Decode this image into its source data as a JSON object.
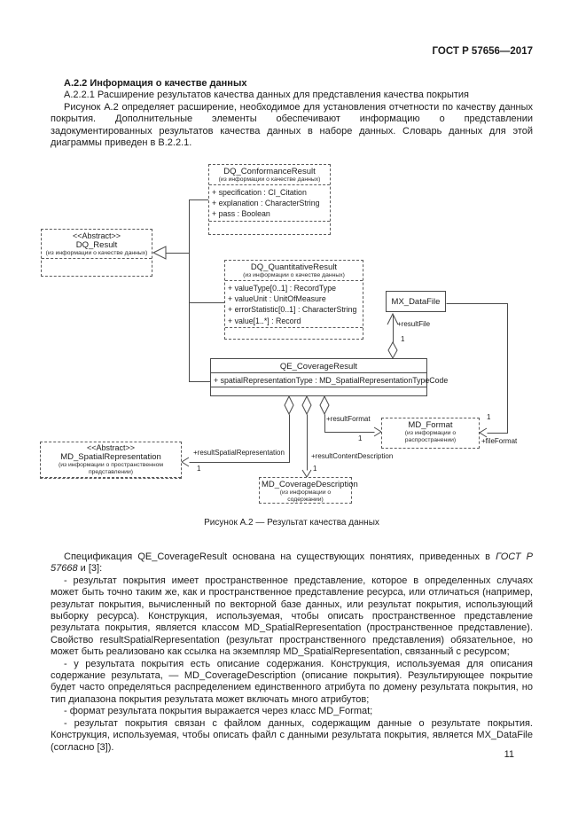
{
  "header": {
    "doc_code": "ГОСТ Р 57656—2017"
  },
  "footer": {
    "page_number": "11"
  },
  "intro": {
    "heading": "А.2.2 Информация о качестве данных",
    "subheading": "А.2.2.1 Расширение результатов качества данных для представления качества покрытия",
    "para": "Рисунок А.2 определяет расширение, необходимое для установления отчетности по качеству данных покрытия. Дополнительные элементы обеспечивают информацию о представлении задокументированных результатов качества данных в наборе данных. Словарь данных для этой диаграммы приведен в В.2.2.1."
  },
  "diagram": {
    "caption": "Рисунок А.2 — Результат качества данных",
    "classes": {
      "dq_conformance": {
        "title": "DQ_ConformanceResult",
        "origin": "(из информации о качестве данных)",
        "attrs": [
          "+ specification : CI_Citation",
          "+ explanation : CharacterString",
          "+ pass : Boolean"
        ]
      },
      "dq_result": {
        "stereotype": "<<Abstract>>",
        "title": "DQ_Result",
        "origin": "(из информации о качестве данных)"
      },
      "dq_quantitative": {
        "title": "DQ_QuantitativeResult",
        "origin": "(из информации о качестве данных)",
        "attrs": [
          "+ valueType[0..1] : RecordType",
          "+ valueUnit : UnitOfMeasure",
          "+ errorStatistic[0..1] : CharacterString",
          "+ value[1..*] : Record"
        ]
      },
      "mx_datafile": {
        "title": "MX_DataFile"
      },
      "qe_coverage": {
        "title": "QE_CoverageResult",
        "attrs": [
          "+ spatialRepresentationType : MD_SpatialRepresentationTypeCode"
        ]
      },
      "md_format": {
        "title": "MD_Format",
        "origin_line1": "(из информации о",
        "origin_line2": "распространении)"
      },
      "md_spatialrep": {
        "stereotype": "<<Abstract>>",
        "title": "MD_SpatialRepresentation",
        "origin_line1": "(из информации о пространственном",
        "origin_line2": "представлении)"
      },
      "md_coveragedesc": {
        "title": "MD_CoverageDescription",
        "origin": "(из информации о содержании)"
      }
    },
    "labels": {
      "result_file": "+resultFile",
      "result_file_mult": "1",
      "file_format": "+fileFormat",
      "file_format_mult": "1",
      "result_format": "+resultFormat",
      "result_format_mult": "1",
      "result_content": "+resultContentDescription",
      "result_content_mult": "1",
      "result_spatial": "+resultSpatialRepresentation",
      "result_spatial_mult": "1"
    }
  },
  "body": {
    "p1_pre": "Спецификация QE_CoverageResult основана на существующих понятиях, приведенных в ",
    "p1_italic": "ГОСТ Р 57668",
    "p1_post": " и [3]:",
    "p2": "- результат покрытия имеет пространственное представление, которое в определенных случаях может быть точно таким же, как и пространственное представление ресурса, или отличаться (например, результат покрытия, вычисленный по векторной базе данных, или результат покрытия, использующий выборку ресурса). Конструкция, используемая, чтобы описать пространственное представление результата покрытия, является классом MD_SpatialRepresentation (пространственное представление). Свойство resultSpatialRepresentation (результат пространственного представления) обязательное, но может быть реализовано как ссылка на экземпляр MD_SpatialRepresentation, связанный с ресурсом;",
    "p3": "- у результата покрытия есть описание содержания. Конструкция, используемая для описания содержание результата, — MD_CoverageDescription (описание покрытия). Результирующее покрытие будет часто определяться распределением единственного атрибута по домену результата покрытия, но тип диапазона покрытия результата может включать много атрибутов;",
    "p4": "- формат результата покрытия выражается через класс MD_Format;",
    "p5": "- результат покрытия связан с файлом данных, содержащим данные о результате покрытия. Конструкция, используемая, чтобы описать файл с данными результата покрытия, является MX_DataFile (согласно [3])."
  }
}
